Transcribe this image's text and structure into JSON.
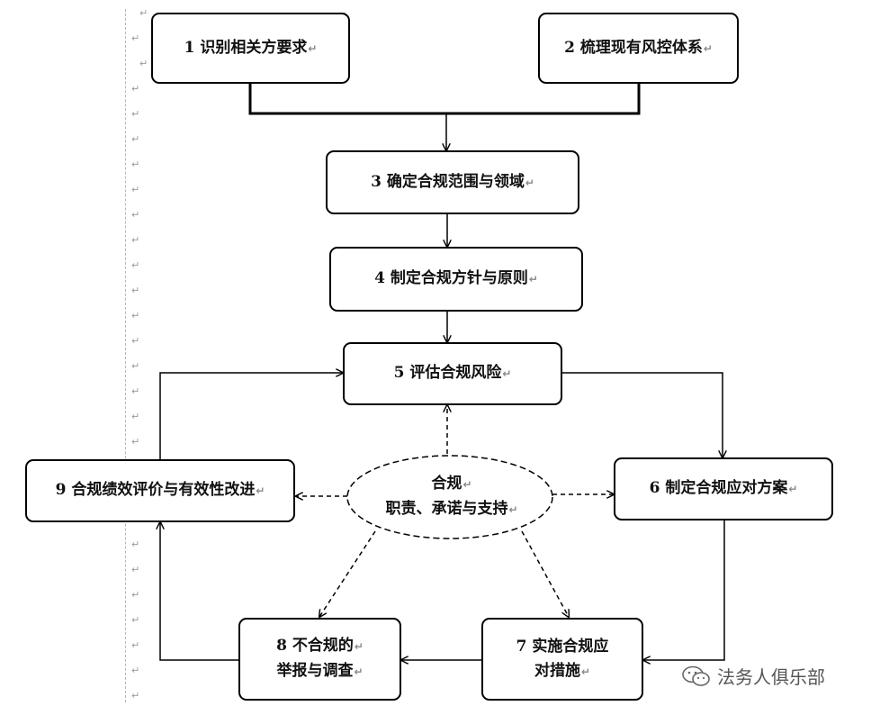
{
  "steps": [
    {
      "label": "1 识别相关方要求"
    },
    {
      "label": "2 梳理现有风控体系"
    },
    {
      "label": "3 确定合规范围与领域"
    },
    {
      "label": "4 制定合规方针与原则"
    },
    {
      "label": "5 评估合规风险"
    },
    {
      "label": "6 制定合规应对方案"
    },
    {
      "line1": "7 实施合规应",
      "line2": "对措施"
    },
    {
      "line1": "8  不合规的",
      "line2": "举报与调查"
    },
    {
      "label": "9 合规绩效评价与有效性改进"
    }
  ],
  "center": {
    "line1": "合规",
    "line2": "职责、承诺与支持"
  },
  "return_mark": "↵",
  "watermark": "法务人俱乐部"
}
